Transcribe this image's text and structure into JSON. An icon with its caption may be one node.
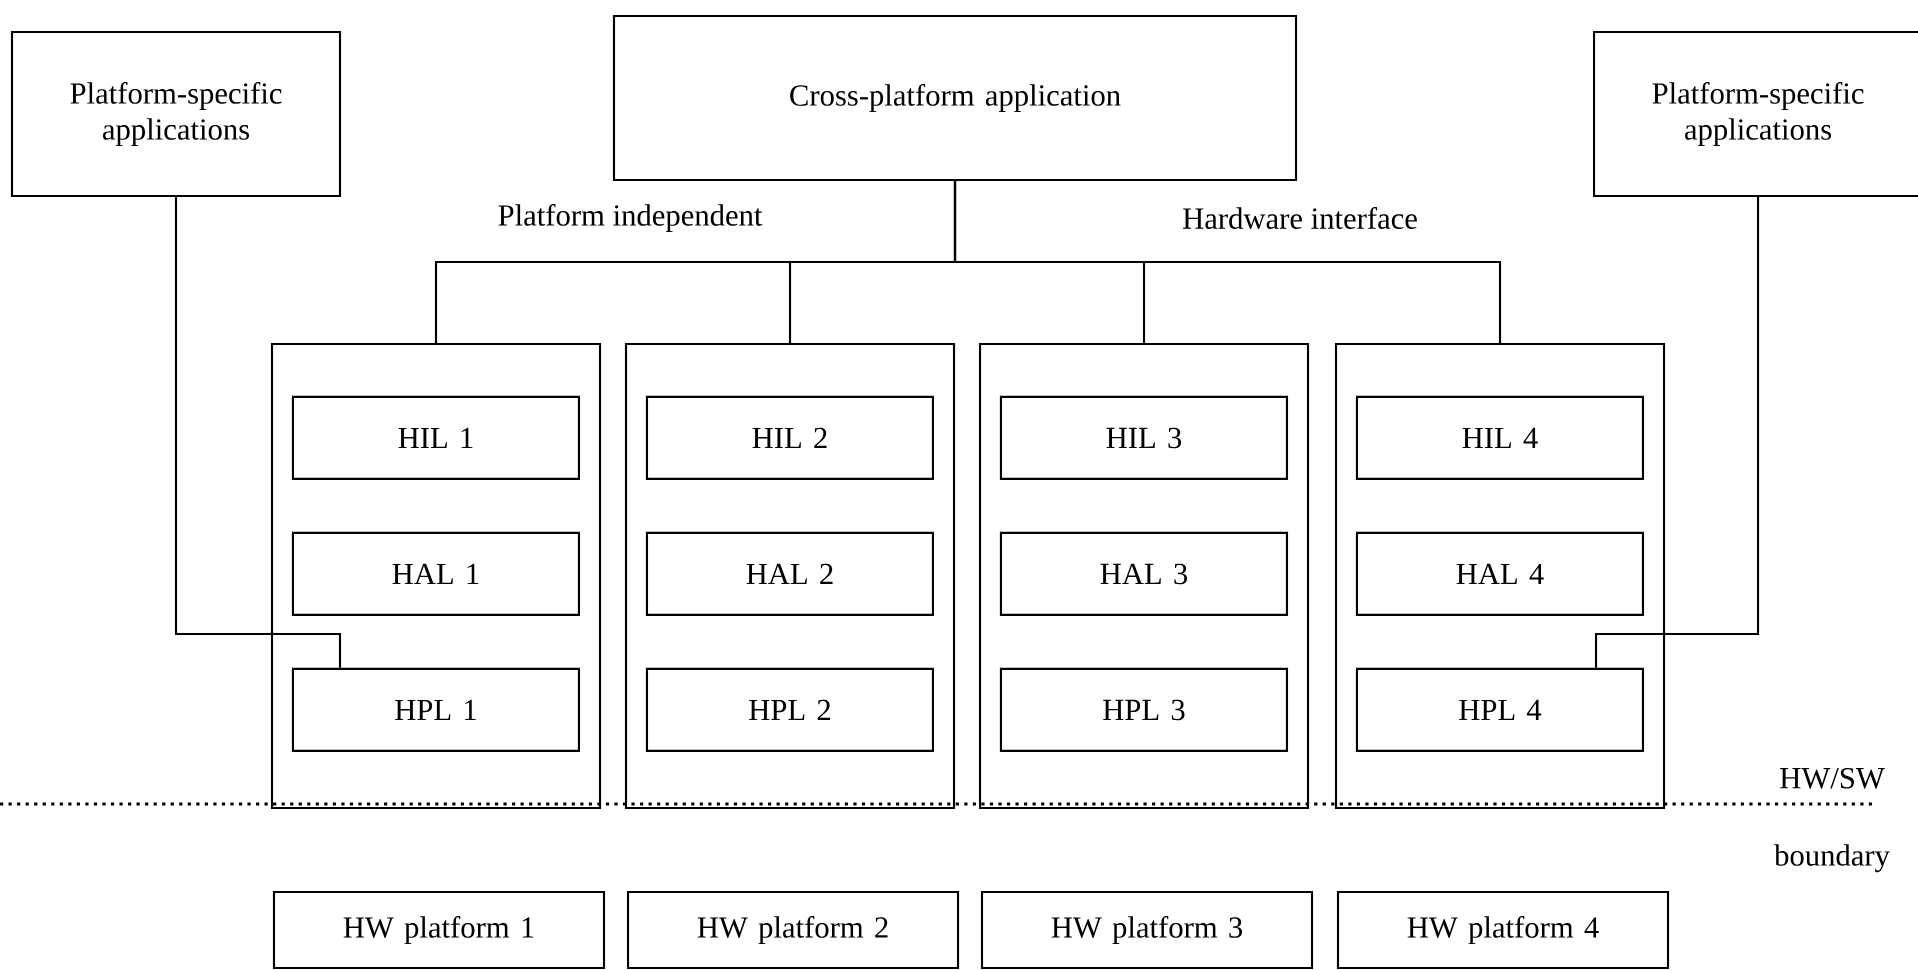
{
  "diagram": {
    "nodes": [
      {
        "text": [
          "Platform-specific applications"
        ]
      },
      {
        "text": [
          "Cross-platform application"
        ]
      },
      {
        "text": [
          "Platform-specific applications"
        ]
      },
      {
        "text": [],
        "shape": "box"
      },
      {
        "text": [
          "HIL 1"
        ],
        "in": 3
      },
      {
        "text": [
          "HAL 1"
        ],
        "in": 3
      },
      {
        "text": [
          "HPL 1"
        ],
        "in": 3
      },
      {
        "text": [],
        "shape": "box"
      },
      {
        "text": [
          "HIL 2"
        ],
        "in": 7
      },
      {
        "text": [
          "HAL 2"
        ],
        "in": 7
      },
      {
        "text": [
          "HPL 2"
        ],
        "in": 7
      },
      {
        "text": [],
        "shape": "box"
      },
      {
        "text": [
          "HIL 3"
        ],
        "in": 11
      },
      {
        "text": [
          "HAL 3"
        ],
        "in": 11
      },
      {
        "text": [
          "HPL 3"
        ],
        "in": 11
      },
      {
        "text": [],
        "shape": "box"
      },
      {
        "text": [
          "HIL 4"
        ],
        "in": 15
      },
      {
        "text": [
          "HAL 4"
        ],
        "in": 15
      },
      {
        "text": [
          "HPL 4"
        ],
        "in": 15
      },
      {
        "text": [
          "HW platform 1"
        ]
      },
      {
        "text": [
          "HW platform 2"
        ]
      },
      {
        "text": [
          "HW platform 3"
        ]
      },
      {
        "text": [
          "HW platform 4"
        ]
      }
    ],
    "edges": [
      {
        "from": 1,
        "to": 3,
        "arrow": "none"
      },
      {
        "from": 1,
        "to": 7,
        "arrow": "none"
      },
      {
        "from": 1,
        "to": 11,
        "arrow": "none"
      },
      {
        "from": 1,
        "to": 15,
        "arrow": "none"
      },
      {
        "from": 0,
        "to": 6,
        "arrow": "none"
      },
      {
        "from": 2,
        "to": 18,
        "arrow": "none"
      }
    ],
    "labels": [
      "Platform independent",
      "Hardware interface",
      "HW/SW boundary"
    ]
  }
}
